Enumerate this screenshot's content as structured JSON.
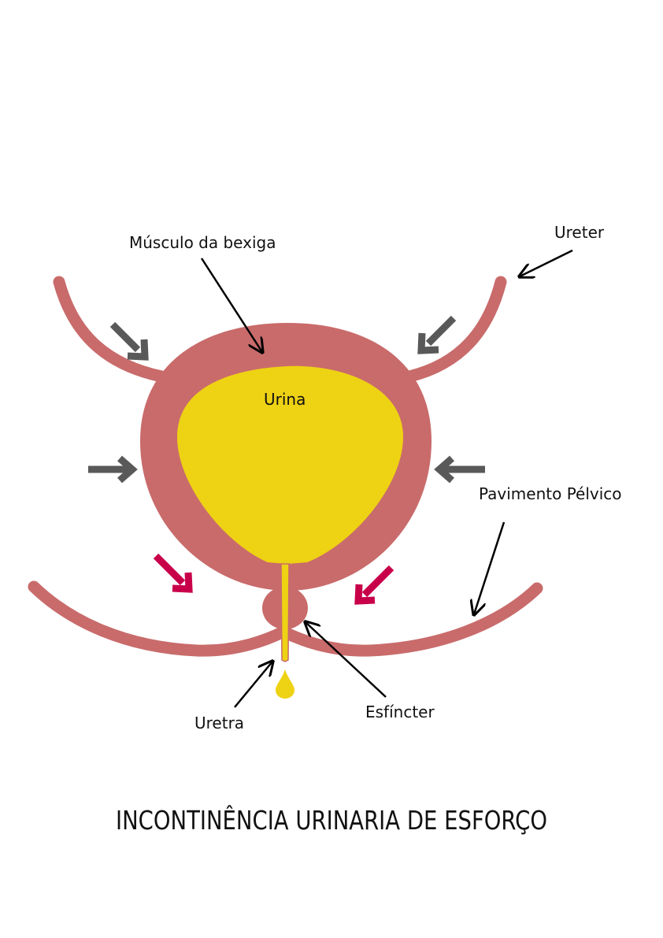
{
  "labels": {
    "bladder_muscle": "Músculo da bexiga",
    "ureter": "Ureter",
    "urine": "Urina",
    "pelvic_floor": "Pavimento Pélvico",
    "urethra": "Uretra",
    "sphincter": "Esfíncter"
  },
  "title": "INCONTINÊNCIA URINARIA DE ESFORÇO",
  "colors": {
    "muscle": "#c96b6b",
    "urine": "#eed214",
    "pressure_arrow": "#595959",
    "force_arrow": "#c8004a",
    "pointer": "#000000"
  }
}
